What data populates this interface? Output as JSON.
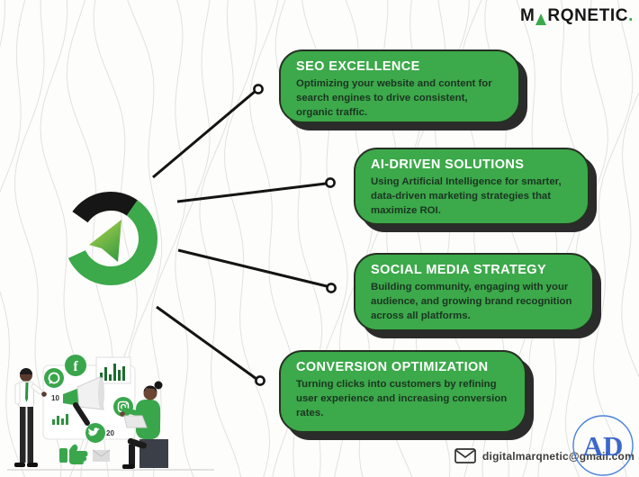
{
  "brand": {
    "pre": "M",
    "post": "RQNETIC",
    "dot": ".",
    "triangle_icon": "green-triangle"
  },
  "cards": [
    {
      "title": "SEO EXCELLENCE",
      "body": "Optimizing your website and content for search engines to drive consistent, organic traffic."
    },
    {
      "title": "AI-DRIVEN SOLUTIONS",
      "body": "Using Artificial Intelligence for smarter, data-driven marketing strategies that maximize ROI."
    },
    {
      "title": "SOCIAL MEDIA STRATEGY",
      "body": "Building community, engaging with your audience, and growing brand recognition across all platforms."
    },
    {
      "title": "CONVERSION OPTIMIZATION",
      "body": "Turning clicks into customers by refining user experience and increasing conversion rates."
    }
  ],
  "hub": {
    "icon": "send-arrow-in-ring",
    "ring_black": "#161616",
    "ring_green": "#3ca94a"
  },
  "illustration": {
    "icons": [
      "facebook-icon",
      "whatsapp-icon",
      "instagram-icon",
      "twitter-icon",
      "megaphone-icon",
      "bar-chart-icon",
      "thumbs-up-icon",
      "envelope-icon"
    ],
    "label_10": "10",
    "label_20": "20"
  },
  "footer": {
    "email": "digitalmarqnetic@gmail.com",
    "envelope_icon": "envelope-icon"
  },
  "watermark": {
    "text": "AD"
  },
  "colors": {
    "card_green": "#3ca94a",
    "card_shadow": "#2b2b2b",
    "connector_black": "#141414",
    "title_white": "#ffffff",
    "body_text": "#1b3522",
    "watermark_blue": "#2d5cc6",
    "background": "#fdfdfc",
    "contour_gray": "#e3e1de"
  }
}
